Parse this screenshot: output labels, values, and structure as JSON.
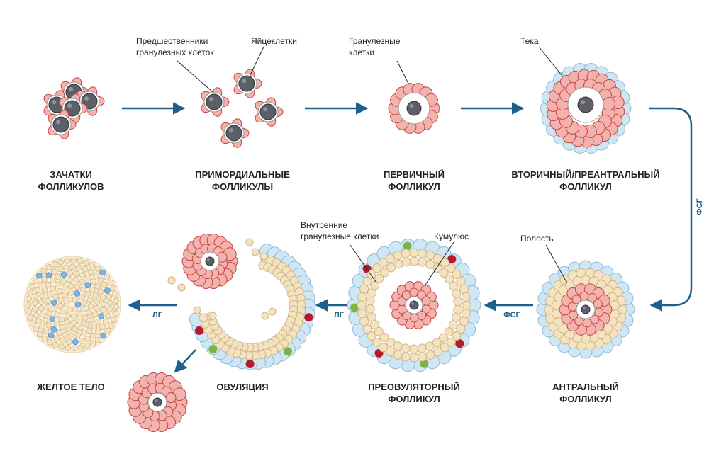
{
  "colors": {
    "arrow": "#1f5f8b",
    "granulosa_fill": "#f2b3ae",
    "granulosa_stroke": "#c9443f",
    "oocyte_fill": "#5c5f66",
    "zona_fill": "#ffffff",
    "theca_fill": "#cfe6f5",
    "inner_cell_fill": "#f5e3bf",
    "inner_cell_stroke": "#cdb58a",
    "red_accent": "#b5192a",
    "green_accent": "#7cb342",
    "luteal_blue": "#7fb3e0"
  },
  "stages": {
    "germ": {
      "line1": "ЗАЧАТКИ",
      "line2": "ФОЛЛИКУЛОВ"
    },
    "primordial": {
      "line1": "ПРИМОРДИАЛЬНЫЕ",
      "line2": "ФОЛЛИКУЛЫ"
    },
    "primary": {
      "line1": "ПЕРВИЧНЫЙ",
      "line2": "ФОЛЛИКУЛ"
    },
    "secondary": {
      "line1": "ВТОРИЧНЫЙ/ПРЕАНТРАЛЬНЫЙ",
      "line2": "ФОЛЛИКУЛ"
    },
    "antral": {
      "line1": "АНТРАЛЬНЫЙ",
      "line2": "ФОЛЛИКУЛ"
    },
    "preovulatory": {
      "line1": "ПРЕОВУЛЯТОРНЫЙ",
      "line2": "ФОЛЛИКУЛ"
    },
    "ovulation": {
      "line1": "ОВУЛЯЦИЯ"
    },
    "corpus_luteum": {
      "line1": "ЖЕЛТОЕ ТЕЛО"
    }
  },
  "callouts": {
    "granulosa_precursors": {
      "line1": "Предшественники",
      "line2": "гранулезных клеток"
    },
    "oocytes": "Яйцеклетки",
    "granulosa_cells": {
      "line1": "Гранулезные",
      "line2": "клетки"
    },
    "theca": "Тека",
    "cavity": "Полость",
    "inner_granulosa": {
      "line1": "Внутренние",
      "line2": "гранулезные клетки"
    },
    "cumulus": "Кумулюс"
  },
  "hormones": {
    "fsh_vertical": "ФСГ",
    "fsh_antral": "ФСГ",
    "lh_preovulatory": "ЛГ",
    "lh_ovulation": "ЛГ"
  }
}
